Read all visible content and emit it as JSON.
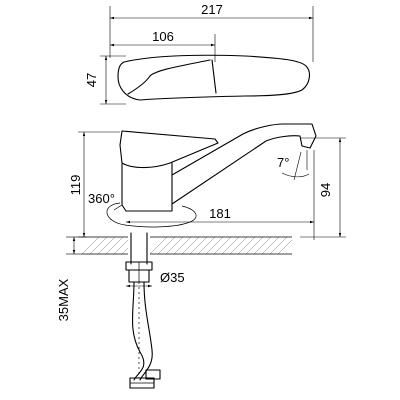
{
  "dimensions": {
    "total_length": "217",
    "handle_offset": "106",
    "handle_width": "47",
    "height": "119",
    "rotation": "360°",
    "spout_reach": "181",
    "spout_height": "94",
    "angle": "7°",
    "hole_diameter": "Ø35",
    "max_thickness": "35MAX"
  }
}
